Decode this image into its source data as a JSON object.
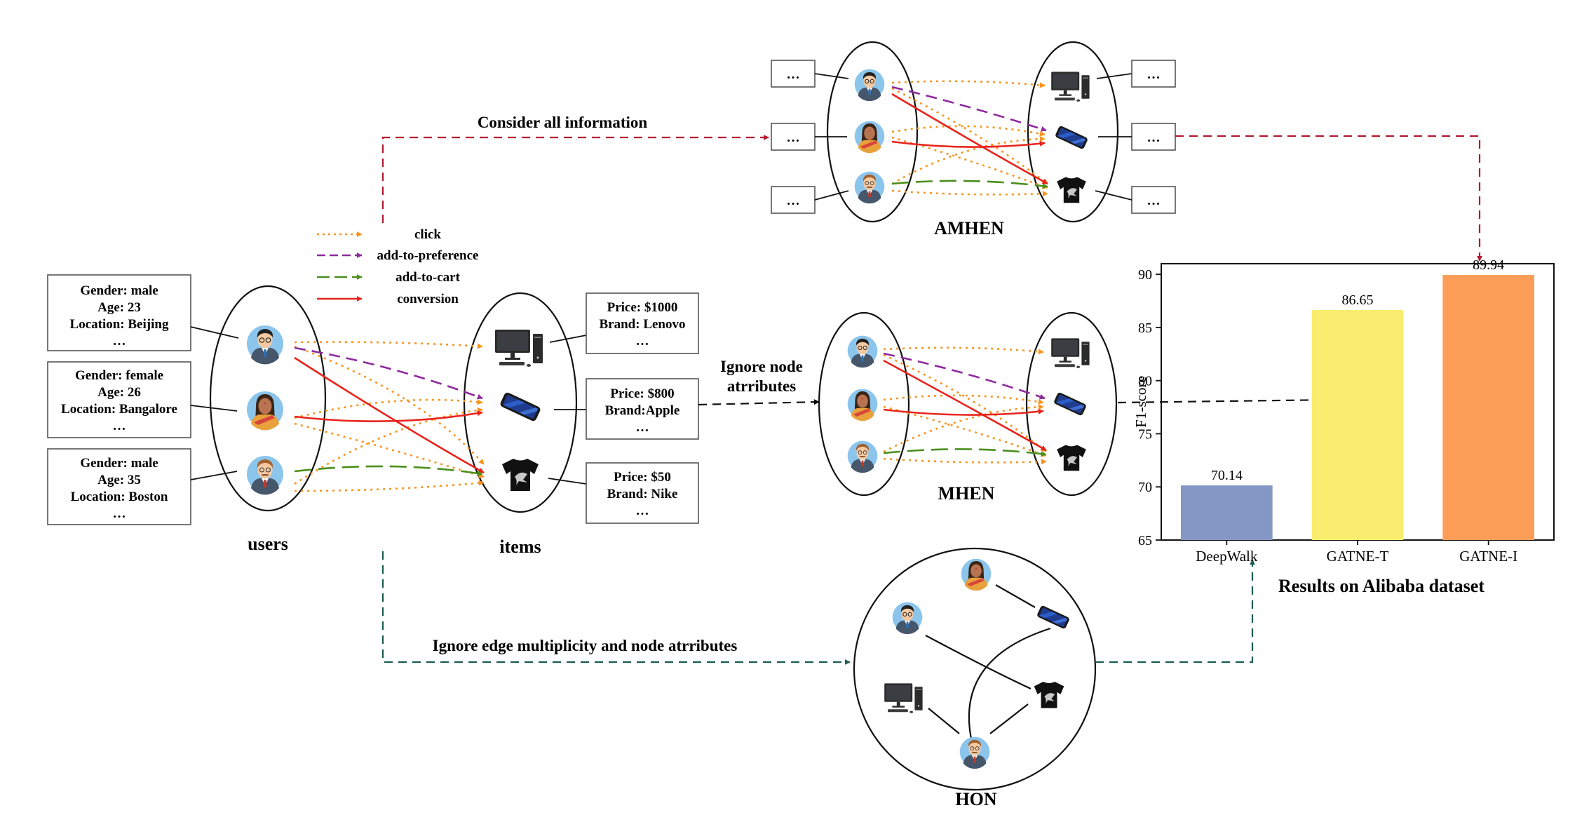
{
  "legend": {
    "click": "click",
    "preference": "add-to-preference",
    "cart": "add-to-cart",
    "conversion": "conversion"
  },
  "colors": {
    "click": "#f7941d",
    "preference": "#8e2a9e",
    "cart": "#4a8f1c",
    "conversion": "#e8231b",
    "arrow_red": "#b3182f",
    "arrow_teal": "#1a5c4f",
    "bar_deepwalk": "#8497c5",
    "bar_gatne_t": "#f9ec6e",
    "bar_gatne_i": "#fb9d56"
  },
  "users": {
    "label": "users",
    "attrs": [
      [
        "Gender: male",
        "Age: 23",
        "Location: Beijing",
        "…"
      ],
      [
        "Gender: female",
        "Age: 26",
        "Location: Bangalore",
        "…"
      ],
      [
        "Gender: male",
        "Age: 35",
        "Location: Boston",
        "…"
      ]
    ]
  },
  "items": {
    "label": "items",
    "attrs": [
      [
        "Price: $1000",
        "Brand: Lenovo",
        "…"
      ],
      [
        "Price: $800",
        "Brand:Apple",
        "…"
      ],
      [
        "Price: $50",
        "Brand: Nike",
        "…"
      ]
    ]
  },
  "amhen": {
    "label": "AMHEN",
    "placeholder": "…",
    "arrow_label": "Consider all information"
  },
  "mhen": {
    "label": "MHEN",
    "arrow_label_1": "Ignore node",
    "arrow_label_2": "atrributes"
  },
  "hon": {
    "label": "HON",
    "arrow_label": "Ignore edge multiplicity and node atrributes"
  },
  "chart_data": {
    "type": "bar",
    "categories": [
      "DeepWalk",
      "GATNE-T",
      "GATNE-I"
    ],
    "values": [
      70.14,
      86.65,
      89.94
    ],
    "value_labels": [
      "70.14",
      "86.65",
      "89.94"
    ],
    "title": "Results on Alibaba dataset",
    "ylabel": "F1-score",
    "ylim": [
      65,
      91
    ],
    "yticks": [
      65,
      70,
      75,
      80,
      85,
      90
    ],
    "grid": false
  }
}
